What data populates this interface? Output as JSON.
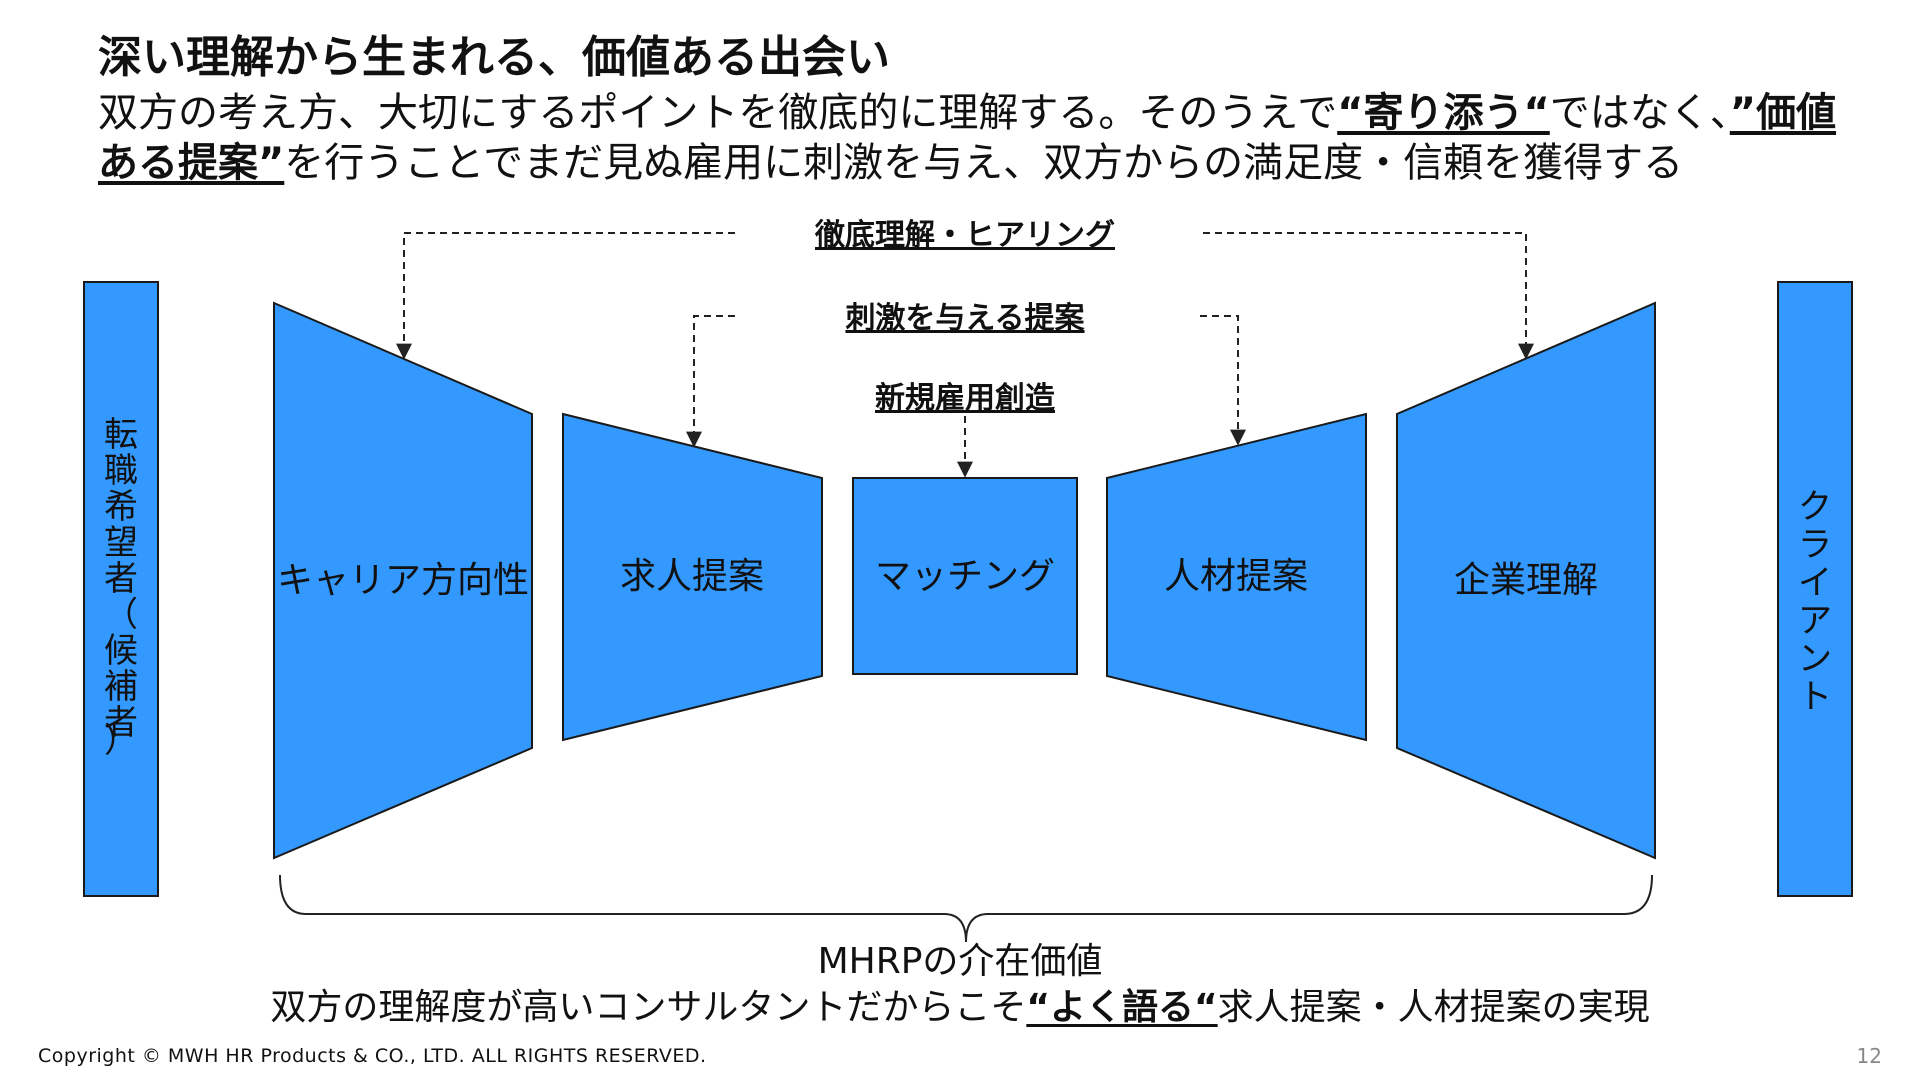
{
  "title": "深い理解から生まれる、価値ある出会い",
  "subtitle": {
    "part1": "双方の考え方、大切にするポイントを徹底的に理解する。そのうえで",
    "em1": "“寄り添う“",
    "part2": "ではなく、",
    "em2": "”価値ある提案”",
    "part3": "を行うことでまだ見ぬ雇用に刺激を与え、双方からの満足度・信頼を獲得する"
  },
  "side": {
    "left": [
      "転",
      "職",
      "希",
      "望",
      "者",
      "（",
      "候",
      "補",
      "者",
      "）"
    ],
    "right": [
      "ク",
      "ラ",
      "イ",
      "ア",
      "ン",
      "ト"
    ]
  },
  "stages": {
    "s1": "キャリア方向性",
    "s2": "求人提案",
    "s3": "マッチング",
    "s4": "人材提案",
    "s5": "企業理解"
  },
  "links": {
    "l1": "徹底理解・ヒアリング",
    "l2": "刺激を与える提案",
    "l3": "新規雇用創造"
  },
  "bottom": {
    "value": "MHRPの介在価値",
    "desc1": "双方の理解度が高いコンサルタントだからこそ",
    "em": "“よく語る“",
    "desc2": "求人提案・人材提案の実現"
  },
  "footer": {
    "copyright": "Copyright © MWH HR Products & CO., LTD. ALL RIGHTS RESERVED.",
    "page": "12"
  },
  "colors": {
    "accent": "#3399ff",
    "outline": "#1a1a1a"
  }
}
